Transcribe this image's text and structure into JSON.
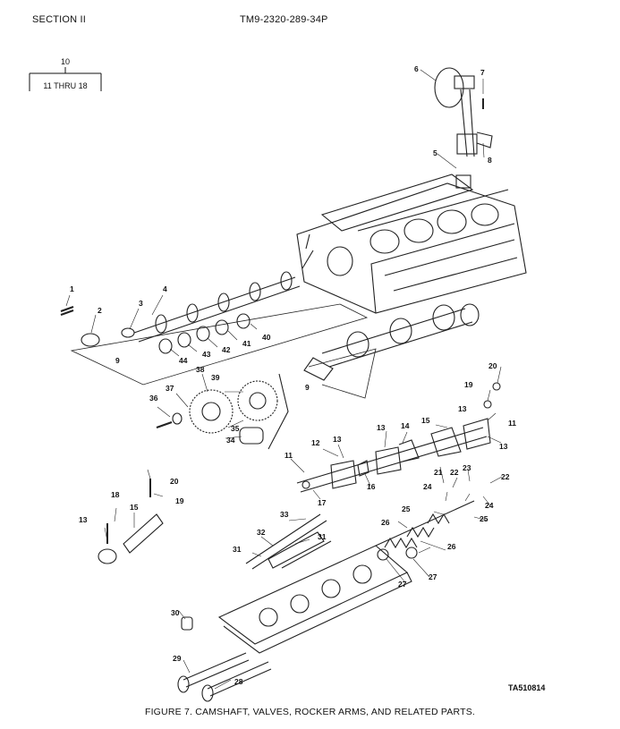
{
  "header": {
    "section": "SECTION II",
    "manual_number": "TM9-2320-289-34P"
  },
  "key_box": {
    "number": "10",
    "range": "11 THRU 18"
  },
  "callouts": [
    "1",
    "2",
    "3",
    "4",
    "5",
    "6",
    "7",
    "8",
    "9",
    "9",
    "10",
    "11",
    "11",
    "12",
    "13",
    "13",
    "13",
    "13",
    "13",
    "14",
    "15",
    "15",
    "16",
    "17",
    "18",
    "19",
    "19",
    "20",
    "20",
    "21",
    "22",
    "22",
    "23",
    "24",
    "24",
    "25",
    "25",
    "26",
    "26",
    "27",
    "27",
    "28",
    "29",
    "30",
    "31",
    "31",
    "32",
    "33",
    "34",
    "35",
    "36",
    "37",
    "38",
    "39",
    "40",
    "41",
    "42",
    "43",
    "44"
  ],
  "ta_code": "TA510814",
  "caption": "FIGURE 7. CAMSHAFT, VALVES, ROCKER ARMS, AND RELATED PARTS."
}
